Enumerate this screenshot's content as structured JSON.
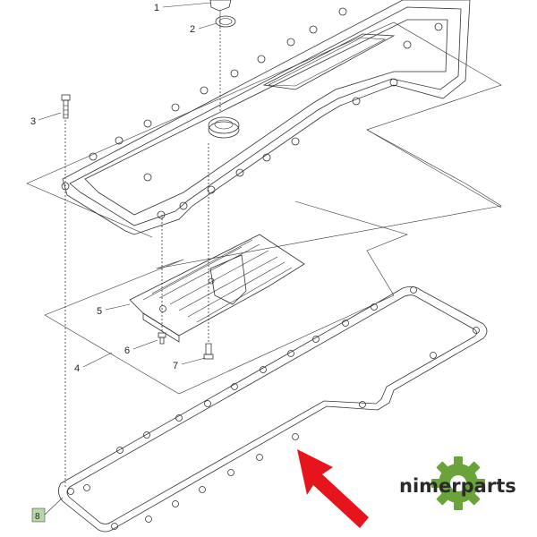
{
  "diagram": {
    "callouts": [
      {
        "id": "c1",
        "label": "1"
      },
      {
        "id": "c2",
        "label": "2"
      },
      {
        "id": "c3",
        "label": "3"
      },
      {
        "id": "c4",
        "label": "4"
      },
      {
        "id": "c5",
        "label": "5"
      },
      {
        "id": "c6",
        "label": "6"
      },
      {
        "id": "c7",
        "label": "7"
      },
      {
        "id": "c8",
        "label": "8"
      }
    ]
  },
  "watermark": {
    "brand_text": "nimerparts",
    "logo_icon": "gear-icon",
    "gear_color": "#6aa33a",
    "gear_hole_color": "#ffffff"
  },
  "highlight": {
    "arrow_icon": "red-arrow-icon",
    "arrow_color": "#e8141c"
  },
  "colors": {
    "line": "#333333",
    "callout_8_background": "#b7d7a8"
  }
}
